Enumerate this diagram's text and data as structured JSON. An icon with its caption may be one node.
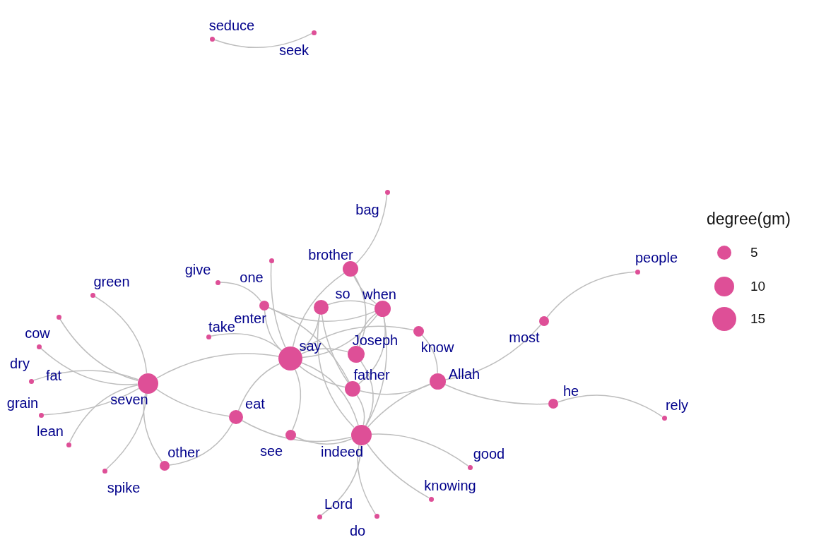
{
  "diagram": {
    "nodes": [
      {
        "text": [
          "seduce"
        ]
      },
      {
        "text": [
          "seek"
        ]
      },
      {
        "text": [
          "bag"
        ]
      },
      {
        "text": [
          "brother"
        ]
      },
      {
        "text": [
          "one"
        ]
      },
      {
        "text": [
          "people"
        ]
      },
      {
        "text": [
          "give"
        ]
      },
      {
        "text": [
          "green"
        ]
      },
      {
        "text": [
          "enter"
        ]
      },
      {
        "text": [
          "so"
        ]
      },
      {
        "text": [
          "when"
        ]
      },
      {
        "text": [
          "cow"
        ]
      },
      {
        "text": [
          "know"
        ]
      },
      {
        "text": [
          "most"
        ]
      },
      {
        "text": [
          "take"
        ]
      },
      {
        "text": [
          "dry"
        ]
      },
      {
        "text": [
          "Joseph"
        ]
      },
      {
        "text": [
          "say"
        ]
      },
      {
        "text": [
          "fat"
        ]
      },
      {
        "text": [
          "seven"
        ]
      },
      {
        "text": [
          "Allah"
        ]
      },
      {
        "text": [
          "father"
        ]
      },
      {
        "text": [
          "grain"
        ]
      },
      {
        "text": [
          "he"
        ]
      },
      {
        "text": [
          "eat"
        ]
      },
      {
        "text": [
          "rely"
        ]
      },
      {
        "text": [
          "see"
        ]
      },
      {
        "text": [
          "indeed"
        ]
      },
      {
        "text": [
          "lean"
        ]
      },
      {
        "text": [
          "other"
        ]
      },
      {
        "text": [
          "good"
        ]
      },
      {
        "text": [
          "spike"
        ]
      },
      {
        "text": [
          "knowing"
        ]
      },
      {
        "text": [
          "Lord"
        ]
      },
      {
        "text": [
          "do"
        ]
      }
    ],
    "edges": [
      {
        "from": 0,
        "to": 1,
        "arrow": "none"
      },
      {
        "from": 2,
        "to": 3,
        "arrow": "none"
      },
      {
        "from": 3,
        "to": 10,
        "arrow": "none"
      },
      {
        "from": 3,
        "to": 16,
        "arrow": "none"
      },
      {
        "from": 3,
        "to": 17,
        "arrow": "none"
      },
      {
        "from": 5,
        "to": 13,
        "arrow": "none"
      },
      {
        "from": 13,
        "to": 20,
        "arrow": "none"
      },
      {
        "from": 20,
        "to": 23,
        "arrow": "none"
      },
      {
        "from": 23,
        "to": 25,
        "arrow": "none"
      },
      {
        "from": 20,
        "to": 12,
        "arrow": "none"
      },
      {
        "from": 12,
        "to": 17,
        "arrow": "none"
      },
      {
        "from": 20,
        "to": 21,
        "arrow": "none"
      },
      {
        "from": 20,
        "to": 27,
        "arrow": "none"
      },
      {
        "from": 6,
        "to": 8,
        "arrow": "none"
      },
      {
        "from": 8,
        "to": 17,
        "arrow": "none"
      },
      {
        "from": 8,
        "to": 10,
        "arrow": "none"
      },
      {
        "from": 8,
        "to": 21,
        "arrow": "none"
      },
      {
        "from": 4,
        "to": 17,
        "arrow": "none"
      },
      {
        "from": 7,
        "to": 19,
        "arrow": "none"
      },
      {
        "from": 11,
        "to": 19,
        "arrow": "none"
      },
      {
        "from": 15,
        "to": 19,
        "arrow": "none"
      },
      {
        "from": 18,
        "to": 19,
        "arrow": "none"
      },
      {
        "from": 22,
        "to": 19,
        "arrow": "none"
      },
      {
        "from": 28,
        "to": 19,
        "arrow": "none"
      },
      {
        "from": 31,
        "to": 19,
        "arrow": "none"
      },
      {
        "from": 19,
        "to": 29,
        "arrow": "none"
      },
      {
        "from": 19,
        "to": 17,
        "arrow": "none"
      },
      {
        "from": 19,
        "to": 24,
        "arrow": "none"
      },
      {
        "from": 14,
        "to": 17,
        "arrow": "none"
      },
      {
        "from": 17,
        "to": 9,
        "arrow": "none"
      },
      {
        "from": 17,
        "to": 10,
        "arrow": "none"
      },
      {
        "from": 17,
        "to": 16,
        "arrow": "none"
      },
      {
        "from": 17,
        "to": 21,
        "arrow": "none"
      },
      {
        "from": 17,
        "to": 27,
        "arrow": "none"
      },
      {
        "from": 17,
        "to": 24,
        "arrow": "none"
      },
      {
        "from": 26,
        "to": 17,
        "arrow": "none"
      },
      {
        "from": 9,
        "to": 10,
        "arrow": "none"
      },
      {
        "from": 9,
        "to": 21,
        "arrow": "none"
      },
      {
        "from": 9,
        "to": 27,
        "arrow": "none"
      },
      {
        "from": 10,
        "to": 16,
        "arrow": "none"
      },
      {
        "from": 10,
        "to": 21,
        "arrow": "none"
      },
      {
        "from": 10,
        "to": 27,
        "arrow": "none"
      },
      {
        "from": 16,
        "to": 27,
        "arrow": "none"
      },
      {
        "from": 24,
        "to": 29,
        "arrow": "none"
      },
      {
        "from": 24,
        "to": 27,
        "arrow": "none"
      },
      {
        "from": 26,
        "to": 27,
        "arrow": "none"
      },
      {
        "from": 27,
        "to": 30,
        "arrow": "none"
      },
      {
        "from": 27,
        "to": 32,
        "arrow": "none"
      },
      {
        "from": 27,
        "to": 33,
        "arrow": "none"
      },
      {
        "from": 27,
        "to": 34,
        "arrow": "none"
      },
      {
        "from": 27,
        "to": 21,
        "arrow": "none"
      }
    ],
    "labels": [
      "degree(gm)"
    ],
    "legend": [
      {
        "text": "5"
      },
      {
        "text": "10"
      },
      {
        "text": "15"
      }
    ]
  }
}
